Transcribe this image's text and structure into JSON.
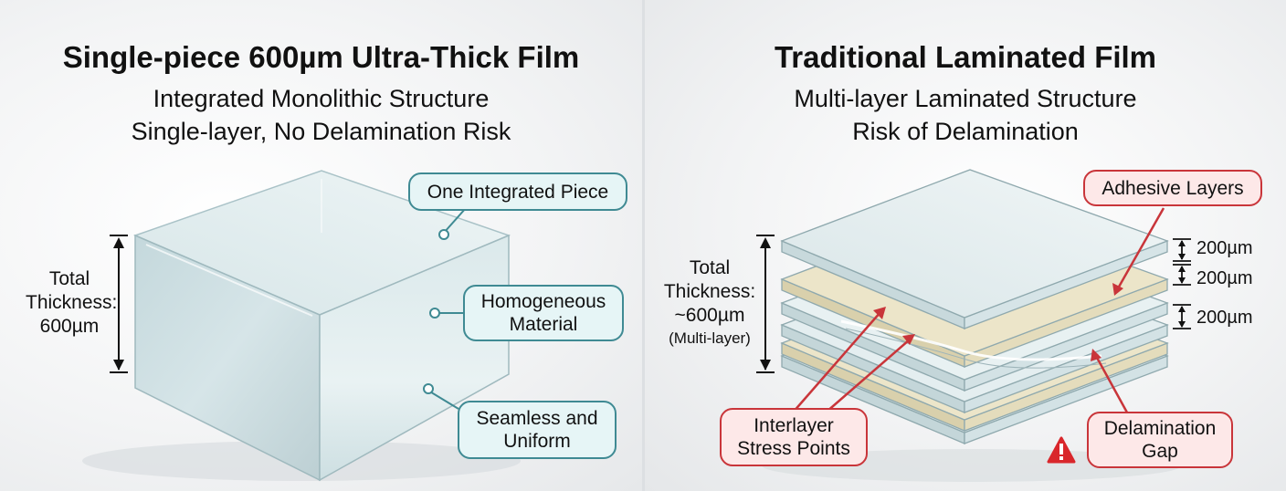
{
  "left_panel": {
    "title": "Single-piece 600µm Ultra-Thick Film",
    "subtitle_line1": "Integrated Monolithic Structure",
    "subtitle_line2": "Single-layer, No Delamination Risk",
    "thickness_label": [
      "Total",
      "Thickness:",
      "600µm"
    ],
    "callouts": {
      "integrated": "One Integrated Piece",
      "homogeneous": [
        "Homogeneous",
        "Material"
      ],
      "seamless": [
        "Seamless and",
        "Uniform"
      ]
    }
  },
  "right_panel": {
    "title": "Traditional Laminated Film",
    "subtitle_line1": "Multi-layer Laminated Structure",
    "subtitle_line2": "Risk of Delamination",
    "thickness_label": [
      "Total",
      "Thickness:",
      "~600µm",
      "(Multi-layer)"
    ],
    "dimensions": [
      "200µm",
      "200µm",
      "200µm"
    ],
    "callouts": {
      "adhesive": "Adhesive Layers",
      "stress": [
        "Interlayer",
        "Stress Points"
      ],
      "gap": [
        "Delamination",
        "Gap"
      ]
    }
  },
  "colors": {
    "teal_border": "#3f8a93",
    "teal_fill": "#e6f5f6",
    "red_border": "#c9353a",
    "red_fill": "#fde8e8",
    "adhesive_layer": "#e6dfc2",
    "glass": "#cfdfe2"
  },
  "icons": [
    "double-arrow-icon",
    "warning-icon"
  ]
}
